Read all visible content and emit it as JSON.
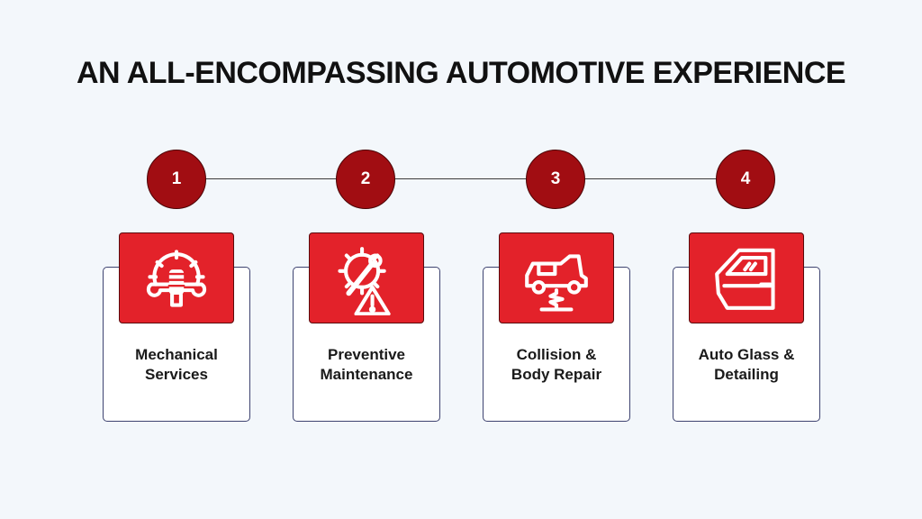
{
  "title": "AN ALL-ENCOMPASSING AUTOMOTIVE EXPERIENCE",
  "colors": {
    "background": "#f3f7fb",
    "step_circle": "#a10d12",
    "icon_box": "#e3222a",
    "card_border": "#3e4370"
  },
  "steps": [
    {
      "number": "1",
      "icon": "wrench-gear-hand-icon",
      "label_lines": [
        "Mechanical",
        "Services"
      ]
    },
    {
      "number": "2",
      "icon": "gear-wrench-warning-icon",
      "label_lines": [
        "Preventive",
        "Maintenance"
      ]
    },
    {
      "number": "3",
      "icon": "car-on-lift-icon",
      "label_lines": [
        "Collision &",
        "Body Repair"
      ]
    },
    {
      "number": "4",
      "icon": "car-door-glass-icon",
      "label_lines": [
        "Auto Glass &",
        "Detailing"
      ]
    }
  ]
}
